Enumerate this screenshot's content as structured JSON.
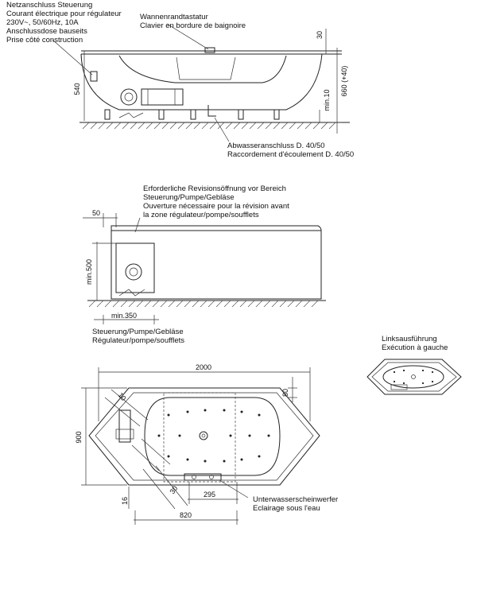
{
  "labels": {
    "power_de": "Netzanschluss Steuerung",
    "power_fr": "Courant électrique pour régulateur",
    "power_spec": "230V~, 50/60Hz, 10A",
    "socket_de": "Anschlussdose bauseits",
    "socket_fr": "Prise côté construction",
    "keypad_de": "Wannenrandtastatur",
    "keypad_fr": "Clavier en bordure de baignoire",
    "drain_de": "Abwasseranschluss D. 40/50",
    "drain_fr": "Raccordement d'écoulement D. 40/50",
    "access_de1": "Erforderliche Revisionsöffnung vor Bereich",
    "access_de2": "Steuerung/Pumpe/Gebläse",
    "access_fr1": "Ouverture nécessaire pour la révision avant",
    "access_fr2": "la zone régulateur/pompe/soufflets",
    "control_de": "Steuerung/Pumpe/Gebläse",
    "control_fr": "Régulateur/pompe/soufflets",
    "left_de": "Linksausführung",
    "left_fr": "Exécution à gauche",
    "light_de": "Unterwasserscheinwerfer",
    "light_fr": "Eclairage sous l'eau"
  },
  "dimensions": {
    "d540": "540",
    "d30_top": "30",
    "d660": "660 (+40)",
    "min10": "min.10",
    "d50": "50",
    "min500": "min.500",
    "min350": "min.350",
    "d2000": "2000",
    "d80": "80",
    "d900": "900",
    "d10": "10",
    "d16": "16",
    "d30_bottom": "30",
    "d295": "295",
    "d820": "820"
  }
}
